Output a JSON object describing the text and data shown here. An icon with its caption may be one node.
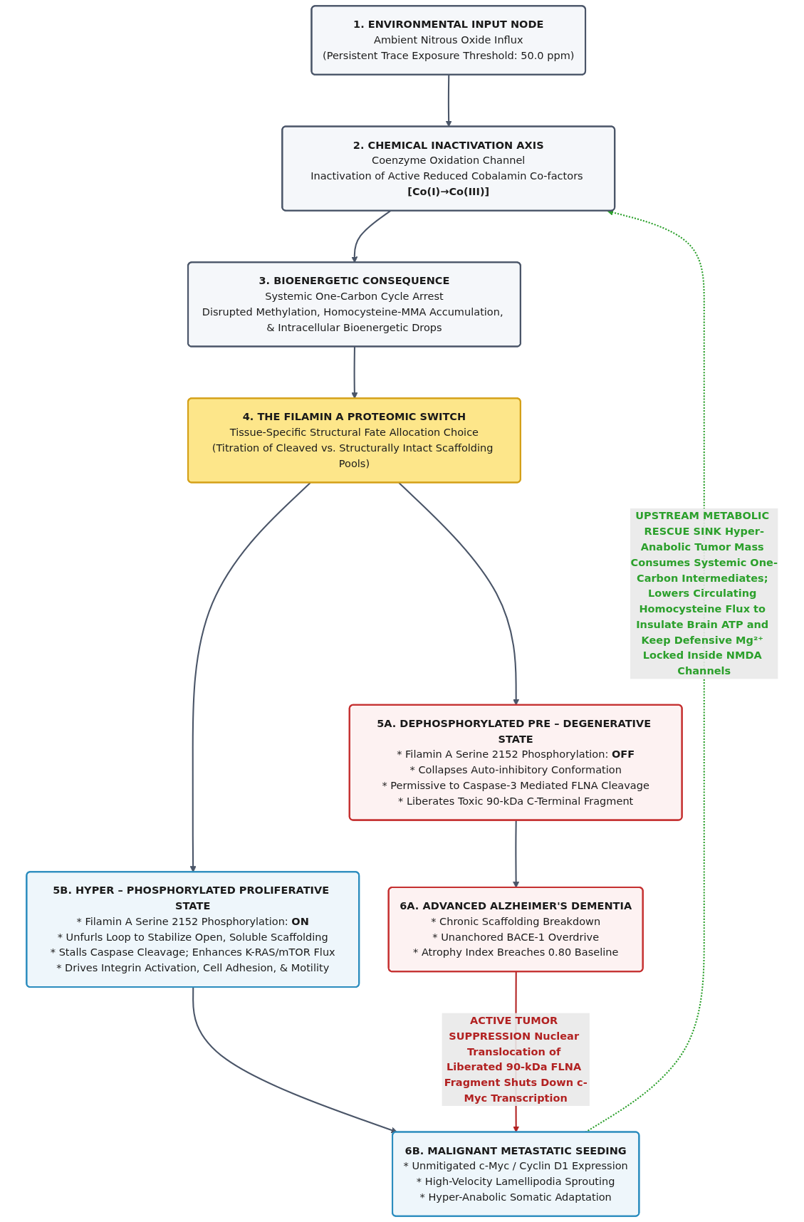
{
  "diagram": {
    "nodes": [
      {
        "text": [
          "1. ENVIRONMENTAL INPUT NODE",
          "Ambient Nitrous Oxide Influx",
          "(Persistent Trace Exposure Threshold: 50.0 ppm)"
        ]
      },
      {
        "text": [
          "2. CHEMICAL INACTIVATION AXIS",
          "Coenzyme Oxidation Channel",
          "Inactivation of Active Reduced Cobalamin Co-factors **[Co(I)→Co(III)]**"
        ]
      },
      {
        "text": [
          "3. BIOENERGETIC CONSEQUENCE",
          "Systemic One-Carbon Cycle Arrest",
          "Disrupted Methylation, Homocysteine-MMA Accumulation, & Intracellular Bioenergetic Drops"
        ]
      },
      {
        "text": [
          "4. THE FILAMIN A PROTEOMIC SWITCH",
          "Tissue-Specific Structural Fate Allocation Choice",
          "(Titration of Cleaved vs. Structurally Intact Scaffolding Pools)"
        ]
      },
      {
        "text": [
          "5A. DEPHOSPHORYLATED PRE – DEGENERATIVE STATE",
          "* Filamin A Serine 2152 Phosphorylation: **OFF**",
          "* Collapses Auto-inhibitory Conformation",
          "* Permissive to Caspase-3 Mediated FLNA Cleavage",
          "* Liberates Toxic 90-kDa C-Terminal Fragment"
        ]
      },
      {
        "text": [
          "5B. HYPER – PHOSPHORYLATED PROLIFERATIVE STATE",
          "* Filamin A Serine 2152 Phosphorylation: **ON**",
          "* Unfurls Loop to Stabilize Open, Soluble Scaffolding",
          "* Stalls Caspase Cleavage; Enhances K-RAS/mTOR Flux",
          "* Drives Integrin Activation, Cell Adhesion, & Motility"
        ]
      },
      {
        "text": [
          "6A. ADVANCED ALZHEIMER'S DEMENTIA",
          "* Chronic Scaffolding Breakdown",
          "* Unanchored BACE-1 Overdrive",
          "* Atrophy Index Breaches 0.80 Baseline"
        ]
      },
      {
        "text": [
          "6B. MALIGNANT METASTATIC SEEDING",
          "* Unmitigated c-Myc / Cyclin D1 Expression",
          "* High-Velocity Lamellipodia Sprouting",
          "* Hyper-Anabolic Somatic Adaptation"
        ]
      }
    ],
    "edges": [
      {
        "from": 0,
        "to": 1,
        "arrow": "to"
      },
      {
        "from": 1,
        "to": 2,
        "arrow": "to"
      },
      {
        "from": 2,
        "to": 3,
        "arrow": "to"
      },
      {
        "from": 3,
        "to": 4,
        "arrow": "to"
      },
      {
        "from": 3,
        "to": 5,
        "arrow": "to"
      },
      {
        "from": 4,
        "to": 6,
        "arrow": "to"
      },
      {
        "from": 5,
        "to": 7,
        "arrow": "to"
      },
      {
        "from": 6,
        "to": 7,
        "arrow": "to",
        "label": "ACTIVE TUMOR SUPPRESSION Nuclear Translocation of Liberated 90-kDa FLNA Fragment Shuts Down c-Myc Transcription",
        "color": "#b22222"
      },
      {
        "from": 7,
        "to": 1,
        "arrow": "to",
        "style": "dashed",
        "label": "UPSTREAM METABOLIC RESCUE SINK Hyper-Anabolic Tumor Mass Consumes Systemic One-Carbon Intermediates; Lowers Circulating Homocysteine Flux to Insulate Brain ATP and Keep Defensive Mg²⁺ Locked Inside NMDA Channels",
        "color": "#2ca02c"
      }
    ]
  }
}
